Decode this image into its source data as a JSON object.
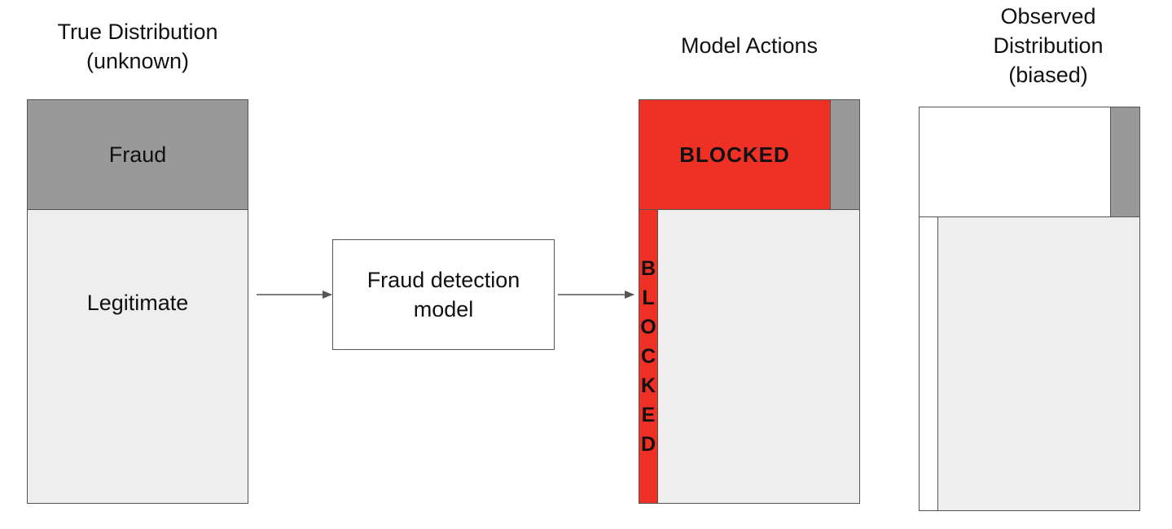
{
  "columns": {
    "true_distribution": {
      "title_line1": "True Distribution",
      "title_line2": "(unknown)",
      "fraud_label": "Fraud",
      "legitimate_label": "Legitimate"
    },
    "model": {
      "label_line1": "Fraud detection",
      "label_line2": "model"
    },
    "model_actions": {
      "title": "Model Actions",
      "blocked_label": "BLOCKED",
      "vertical_blocked_letters": [
        "B",
        "L",
        "O",
        "C",
        "K",
        "E",
        "D"
      ]
    },
    "observed_distribution": {
      "title_line1": "Observed",
      "title_line2": "Distribution",
      "title_line3": "(biased)"
    }
  },
  "colors": {
    "fraud_gray": "#999999",
    "legitimate_light": "#eeeeee",
    "blocked_red": "#ee3124",
    "border": "#555555"
  }
}
